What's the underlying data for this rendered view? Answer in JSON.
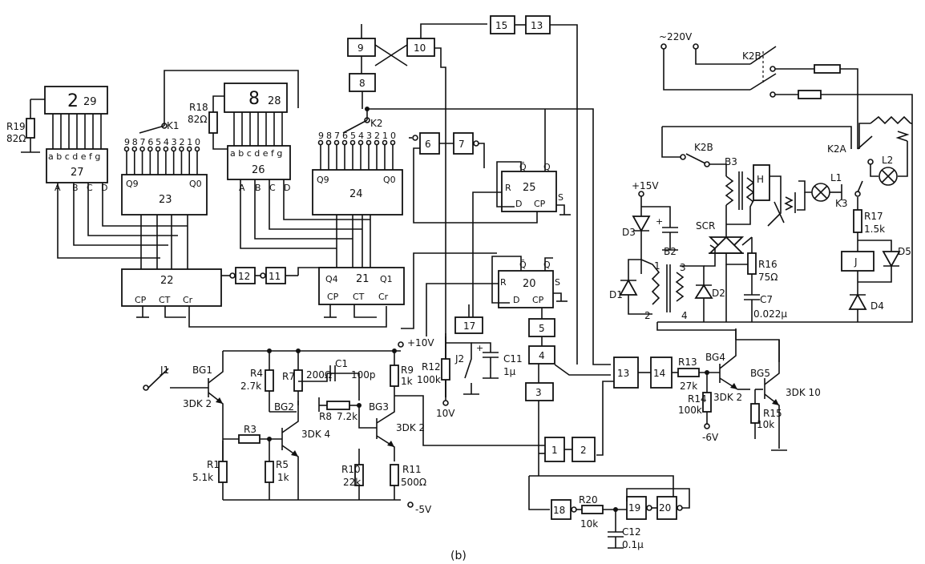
{
  "figure_label": "(b)",
  "displays": [
    {
      "id": "d29",
      "label": "29",
      "digit": "2"
    },
    {
      "id": "d28",
      "label": "28",
      "digit": "8"
    }
  ],
  "decoders": [
    {
      "id": "dec27",
      "label": "27",
      "pins": "a b c d e f g",
      "inputs": [
        "A",
        "B",
        "C",
        "D"
      ]
    },
    {
      "id": "dec26",
      "label": "26",
      "pins": "a b c d e f g",
      "inputs": [
        "A",
        "B",
        "C",
        "D"
      ]
    }
  ],
  "counters": [
    {
      "id": "c23",
      "label": "23",
      "q_left": "Q9",
      "q_right": "Q0"
    },
    {
      "id": "c24",
      "label": "24",
      "q_left": "Q9",
      "q_right": "Q0"
    }
  ],
  "switch_digits_left": [
    "9",
    "8",
    "7",
    "6",
    "5",
    "4",
    "3",
    "2",
    "1",
    "0"
  ],
  "switch_digits_right": [
    "9",
    "8",
    "7",
    "6",
    "5",
    "4",
    "3",
    "2",
    "1",
    "0"
  ],
  "bcd22": {
    "label": "22",
    "pins": [
      "CP",
      "CT",
      "Cr"
    ]
  },
  "bcd21": {
    "label": "21",
    "pins": [
      "Q4",
      "Q1",
      "CP",
      "CT",
      "Cr"
    ]
  },
  "flipflops": [
    {
      "id": "ff25",
      "label": "25",
      "pins": [
        "Q̄",
        "Q",
        "R",
        "D",
        "CP",
        "S"
      ]
    },
    {
      "id": "ff20",
      "label": "20",
      "pins": [
        "Q̄",
        "Q",
        "R",
        "D",
        "CP",
        "S"
      ]
    }
  ],
  "gates": [
    "9",
    "10",
    "8",
    "15",
    "13",
    "6",
    "7",
    "12",
    "11",
    "17",
    "5",
    "4",
    "3",
    "13",
    "14",
    "1",
    "2",
    "18",
    "19",
    "20"
  ],
  "switches": {
    "k1": "K1",
    "k2": "K2",
    "k3": "K3",
    "k2b": "K2B",
    "k2a": "K2A",
    "k3b": "K3",
    "j1": "J1",
    "j2": "J2"
  },
  "resistors": {
    "r19": {
      "name": "R19",
      "value": "82Ω"
    },
    "r18": {
      "name": "R18",
      "value": "82Ω"
    },
    "r4": {
      "name": "R4",
      "value": "2.7k"
    },
    "r7": {
      "name": "R7",
      "value": "200Ω"
    },
    "r8": {
      "name": "R8",
      "value": "7.2k"
    },
    "r9": {
      "name": "R9",
      "value": "1k"
    },
    "r3": {
      "name": "R3",
      "value": ""
    },
    "r1": {
      "name": "R1",
      "value": "5.1k"
    },
    "r5": {
      "name": "R5",
      "value": "1k"
    },
    "r10": {
      "name": "R10",
      "value": "22k"
    },
    "r11": {
      "name": "R11",
      "value": "500Ω"
    },
    "r12": {
      "name": "R12",
      "value": "100k"
    },
    "r13": {
      "name": "R13",
      "value": "27k"
    },
    "r14": {
      "name": "R14",
      "value": "100k"
    },
    "r15": {
      "name": "R15",
      "value": "10k"
    },
    "r16": {
      "name": "R16",
      "value": "75Ω"
    },
    "r17": {
      "name": "R17",
      "value": "1.5k"
    },
    "r20": {
      "name": "R20",
      "value": "10k"
    }
  },
  "capacitors": {
    "c1": {
      "name": "C1",
      "value": "100p"
    },
    "c11": {
      "name": "C11",
      "value": "1μ"
    },
    "c7": {
      "name": "C7",
      "value": "0.022μ"
    },
    "c12": {
      "name": "C12",
      "value": "0.1μ"
    }
  },
  "transistors": {
    "bg1": {
      "name": "BG1",
      "type": "3DK 2"
    },
    "bg2": {
      "name": "BG2",
      "type": "3DK 4"
    },
    "bg3": {
      "name": "BG3",
      "type": "3DK 2"
    },
    "bg4": {
      "name": "BG4",
      "type": "3DK 2"
    },
    "bg5": {
      "name": "BG5",
      "type": "3DK 10"
    }
  },
  "supplies": {
    "p10": "+10V",
    "m5": "-5V",
    "p10b": "10V",
    "m6": "-6V",
    "p15": "+15V",
    "ac": "~220V"
  },
  "power": {
    "b3": "B3",
    "b2": "B2",
    "h": "H",
    "scr": "SCR",
    "d1": "D1",
    "d2": "D2",
    "d3": "D3",
    "d4": "D4",
    "d5": "D5",
    "l1": "L1",
    "l2": "L2",
    "j": "J",
    "tap1": "1",
    "tap2": "2",
    "tap3": "3",
    "tap4": "4"
  }
}
